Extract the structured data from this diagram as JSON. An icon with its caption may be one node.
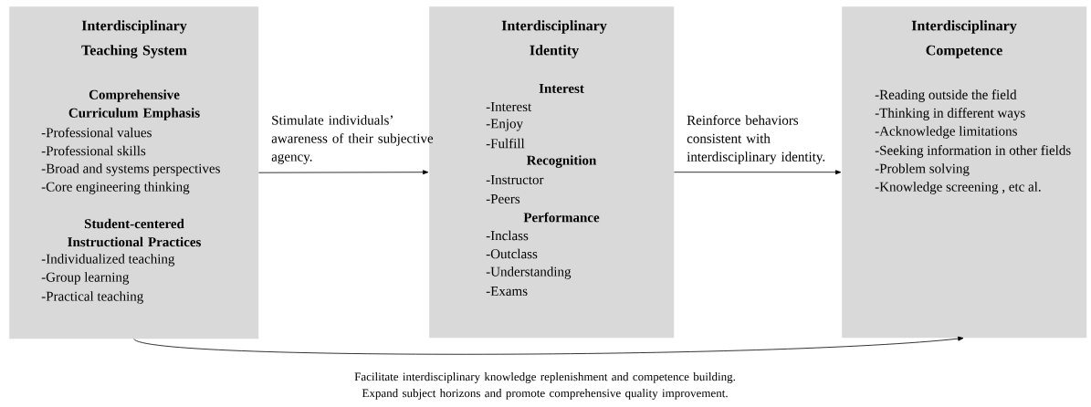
{
  "diagram": {
    "nodes": [
      {
        "text": [
          "Interdisciplinary Teaching System",
          "Comprehensive Curriculum Emphasis",
          "-Professional values",
          "-Professional skills",
          "-Broad and systems perspectives",
          "-Core engineering thinking",
          "Student-centered Instructional Practices",
          "-Individualized teaching",
          "-Group learning",
          "-Practical teaching"
        ]
      },
      {
        "text": [
          "Interdisciplinary Identity",
          "Interest",
          "-Interest",
          "-Enjoy",
          "-Fulfill",
          "Recognition",
          "-Instructor",
          "-Peers",
          "Performance",
          "-Inclass",
          "-Outclass",
          "-Understanding",
          "-Exams"
        ]
      },
      {
        "text": [
          "Interdisciplinary Competence",
          "-Reading outside the field",
          "-Thinking in different ways",
          "-Acknowledge limitations",
          "-Seeking information in other fields",
          "-Problem solving",
          "-Knowledge screening , etc al."
        ]
      }
    ],
    "edges": [
      {
        "from": 0,
        "to": 1,
        "arrow": "to",
        "label": "Stimulate individuals’ awareness of their subjective agency."
      },
      {
        "from": 1,
        "to": 2,
        "arrow": "to",
        "label": "Reinforce behaviors consistent with interdisciplinary identity."
      },
      {
        "from": 0,
        "to": 2,
        "arrow": "to",
        "label": "Facilitate interdisciplinary knowledge replenishment and competence building. Expand subject horizons and promote comprehensive quality improvement."
      }
    ]
  }
}
